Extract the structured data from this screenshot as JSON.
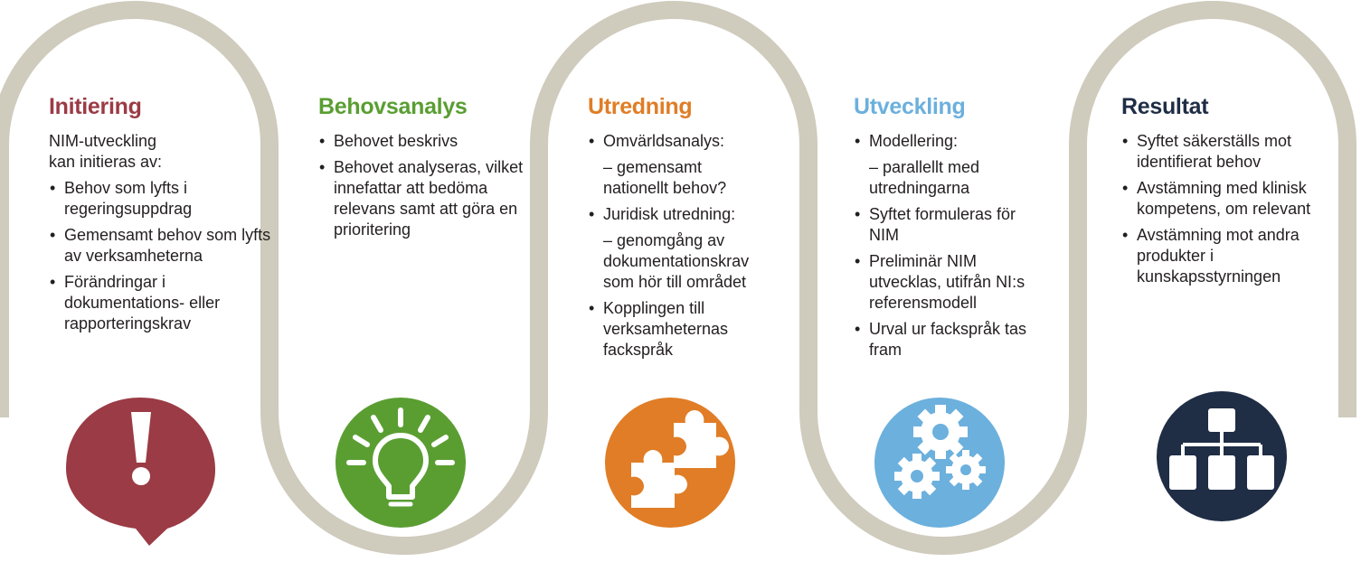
{
  "stages": [
    {
      "title": "Initiering",
      "color": "#9b3b45",
      "intro": "NIM-utveckling\nkan initieras av:",
      "items": [
        {
          "text": "Behov som lyfts i regeringsuppdrag"
        },
        {
          "text": "Gemensamt behov som lyfts av verksamheterna"
        },
        {
          "text": "Förändringar i dokumentations- eller rapporteringskrav"
        }
      ],
      "icon": "exclamation-speech-bubble-icon"
    },
    {
      "title": "Behovsanalys",
      "color": "#5a9e32",
      "intro": "",
      "items": [
        {
          "text": "Behovet beskrivs"
        },
        {
          "text": "Behovet analyseras, vilket innefattar att bedöma relevans samt att göra en prioritering"
        }
      ],
      "icon": "lightbulb-icon"
    },
    {
      "title": "Utredning",
      "color": "#e07d26",
      "intro": "",
      "items": [
        {
          "text": "Omvärldsanalys:",
          "sub": "– gemensamt nationellt behov?"
        },
        {
          "text": "Juridisk utredning:",
          "sub": "– genomgång av dokumentationskrav som hör till området"
        },
        {
          "text": "Kopplingen till verksamheternas fackspråk"
        }
      ],
      "icon": "puzzle-pieces-icon"
    },
    {
      "title": "Utveckling",
      "color": "#6cb0dd",
      "intro": "",
      "items": [
        {
          "text": "Modellering:",
          "sub": "– parallellt med utredningarna"
        },
        {
          "text": "Syftet formuleras för NIM"
        },
        {
          "text": "Preliminär NIM utvecklas, utifrån NI:s referensmodell"
        },
        {
          "text": "Urval ur fackspråk tas fram"
        }
      ],
      "icon": "gears-icon"
    },
    {
      "title": "Resultat",
      "color": "#1f2d45",
      "intro": "",
      "items": [
        {
          "text": "Syftet säkerställs mot identifierat behov"
        },
        {
          "text": "Avstämning med klinisk kompetens, om relevant"
        },
        {
          "text": "Avstämning mot andra produkter i kunskapsstyrningen"
        }
      ],
      "icon": "hierarchy-icon"
    }
  ],
  "track_color": "#cfcbbd"
}
